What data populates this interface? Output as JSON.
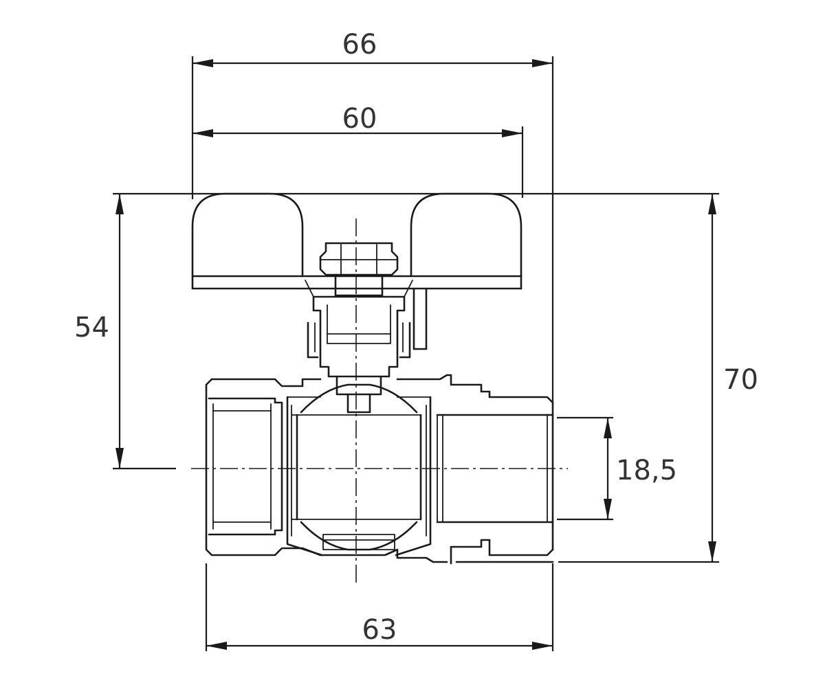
{
  "dimensions": {
    "handle_total_width": "66",
    "handle_width": "60",
    "stem_height": "54",
    "overall_height": "70",
    "bore_diameter": "18,5",
    "body_length": "63"
  },
  "colors": {
    "line": "#1a1a1a",
    "text": "#333333",
    "background": "#ffffff"
  }
}
